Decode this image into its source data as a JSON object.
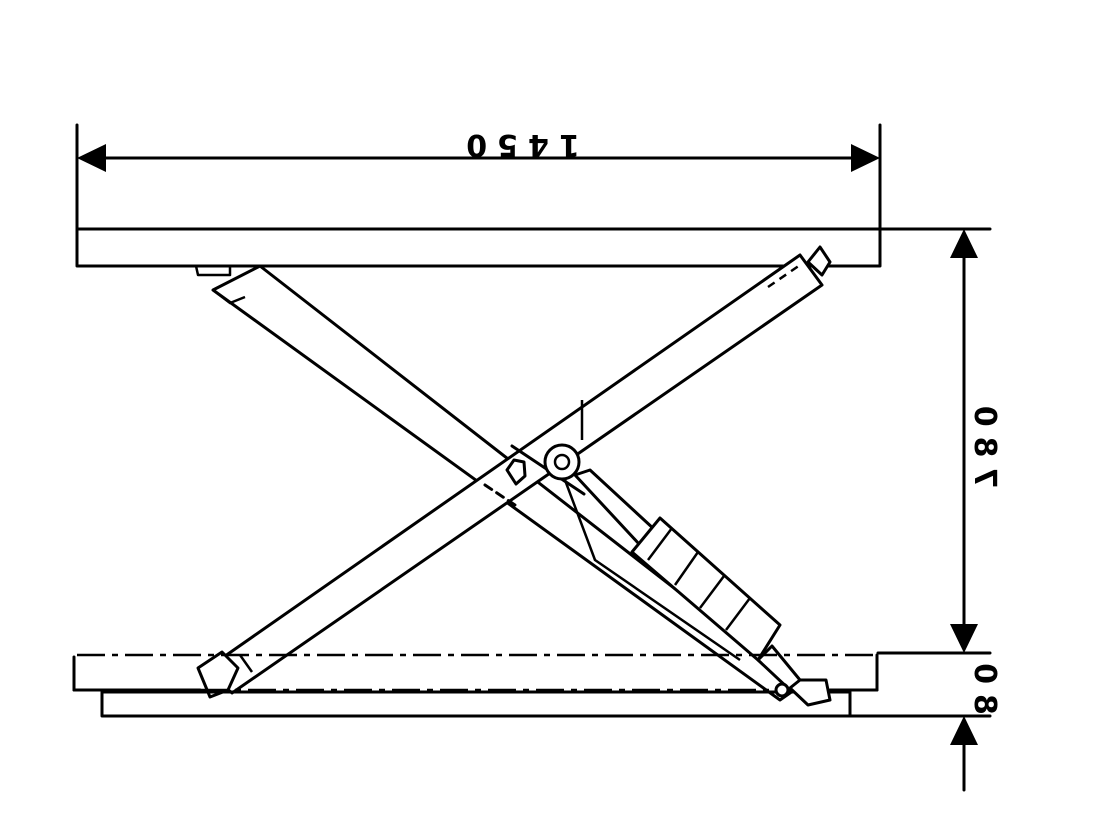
{
  "dimensions": {
    "width_label": "1450",
    "height_label": "780",
    "base_label": "80"
  }
}
